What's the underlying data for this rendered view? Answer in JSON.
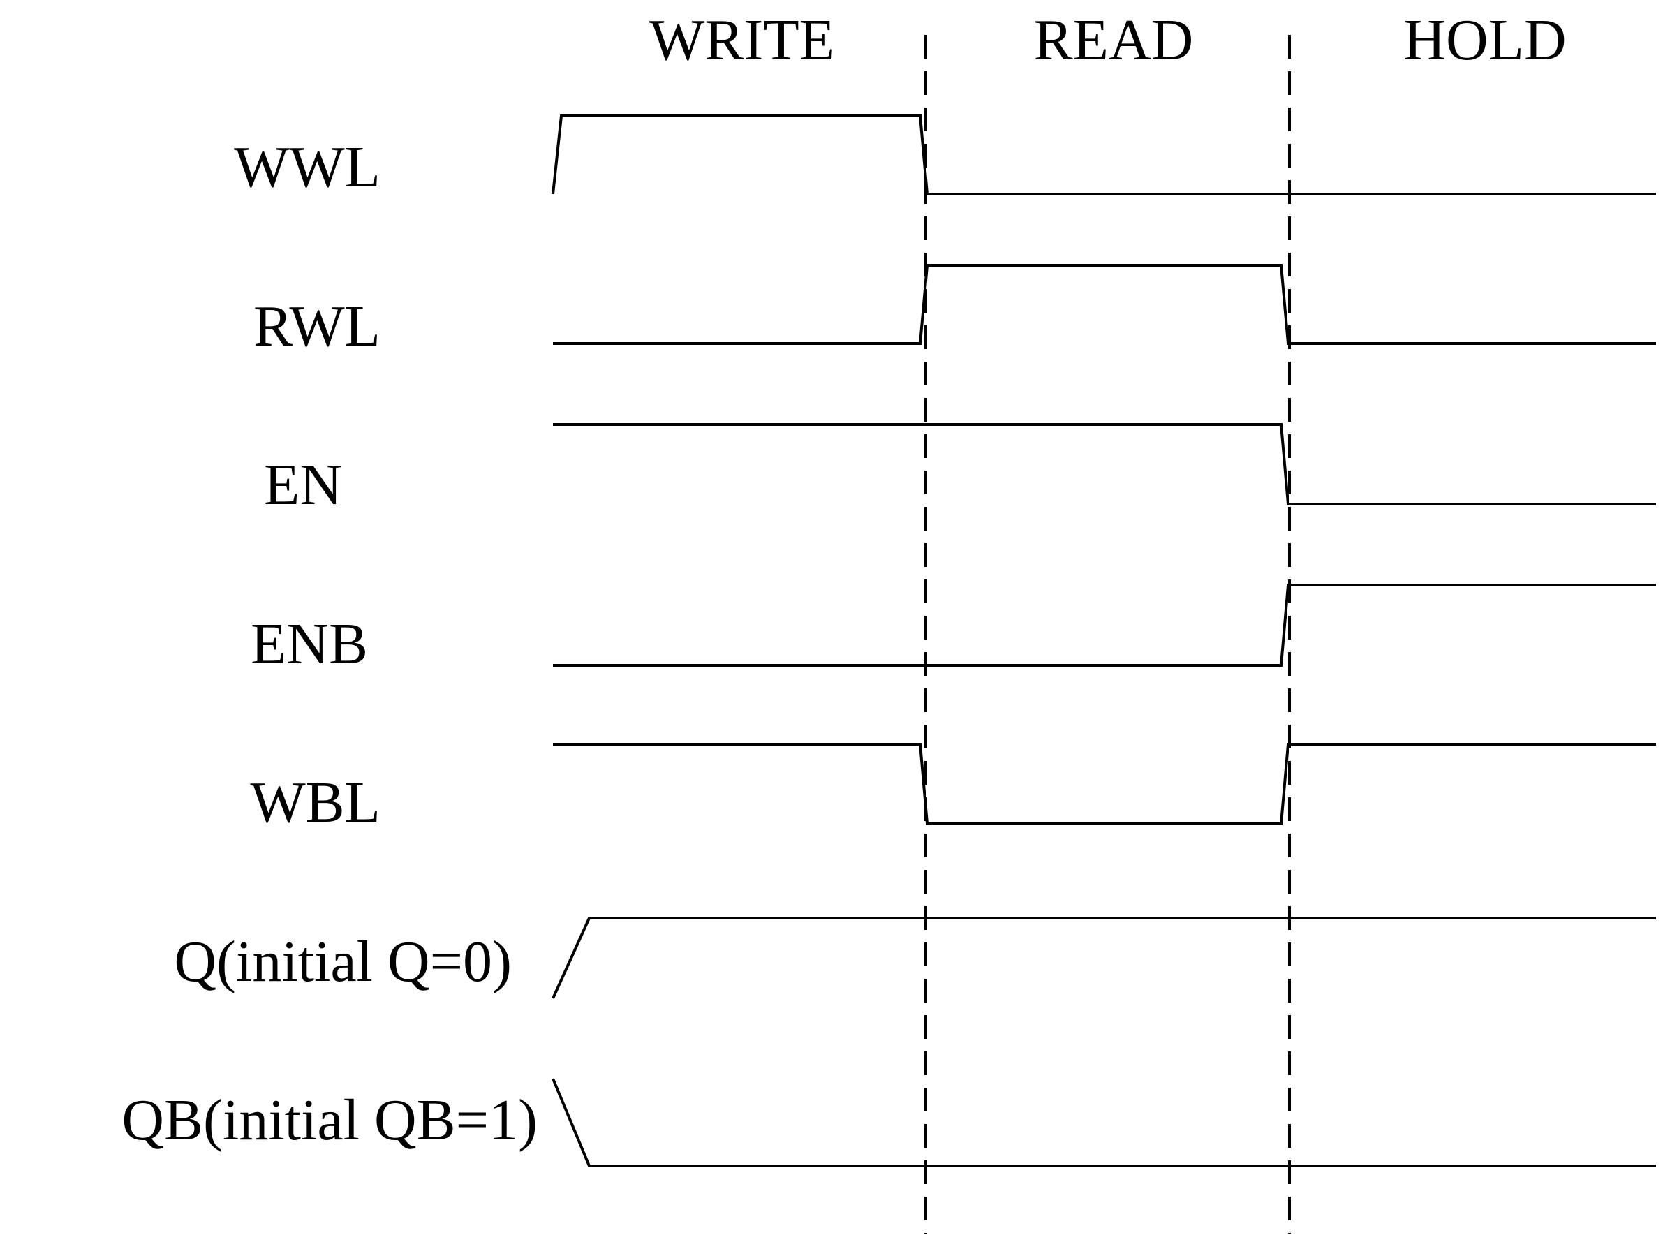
{
  "phases": [
    {
      "id": "write",
      "label": "WRITE"
    },
    {
      "id": "read",
      "label": "READ"
    },
    {
      "id": "hold",
      "label": "HOLD"
    }
  ],
  "signals": [
    {
      "id": "wwl",
      "label": "WWL",
      "levels": [
        "high",
        "low",
        "low"
      ],
      "initial": "low"
    },
    {
      "id": "rwl",
      "label": "RWL",
      "levels": [
        "low",
        "high",
        "low"
      ],
      "initial": "low"
    },
    {
      "id": "en",
      "label": "EN",
      "levels": [
        "high",
        "high",
        "low"
      ],
      "initial": "high"
    },
    {
      "id": "enb",
      "label": "ENB",
      "levels": [
        "low",
        "low",
        "high"
      ],
      "initial": "low"
    },
    {
      "id": "wbl",
      "label": "WBL",
      "levels": [
        "high",
        "low",
        "high"
      ],
      "initial": "high"
    },
    {
      "id": "q",
      "label": "Q(initial Q=0)",
      "levels": [
        "high",
        "high",
        "high"
      ],
      "initial": "low"
    },
    {
      "id": "qb",
      "label": "QB(initial QB=1)",
      "levels": [
        "low",
        "low",
        "low"
      ],
      "initial": "high"
    }
  ],
  "colors": {
    "line": "#000000",
    "background": "#ffffff"
  }
}
